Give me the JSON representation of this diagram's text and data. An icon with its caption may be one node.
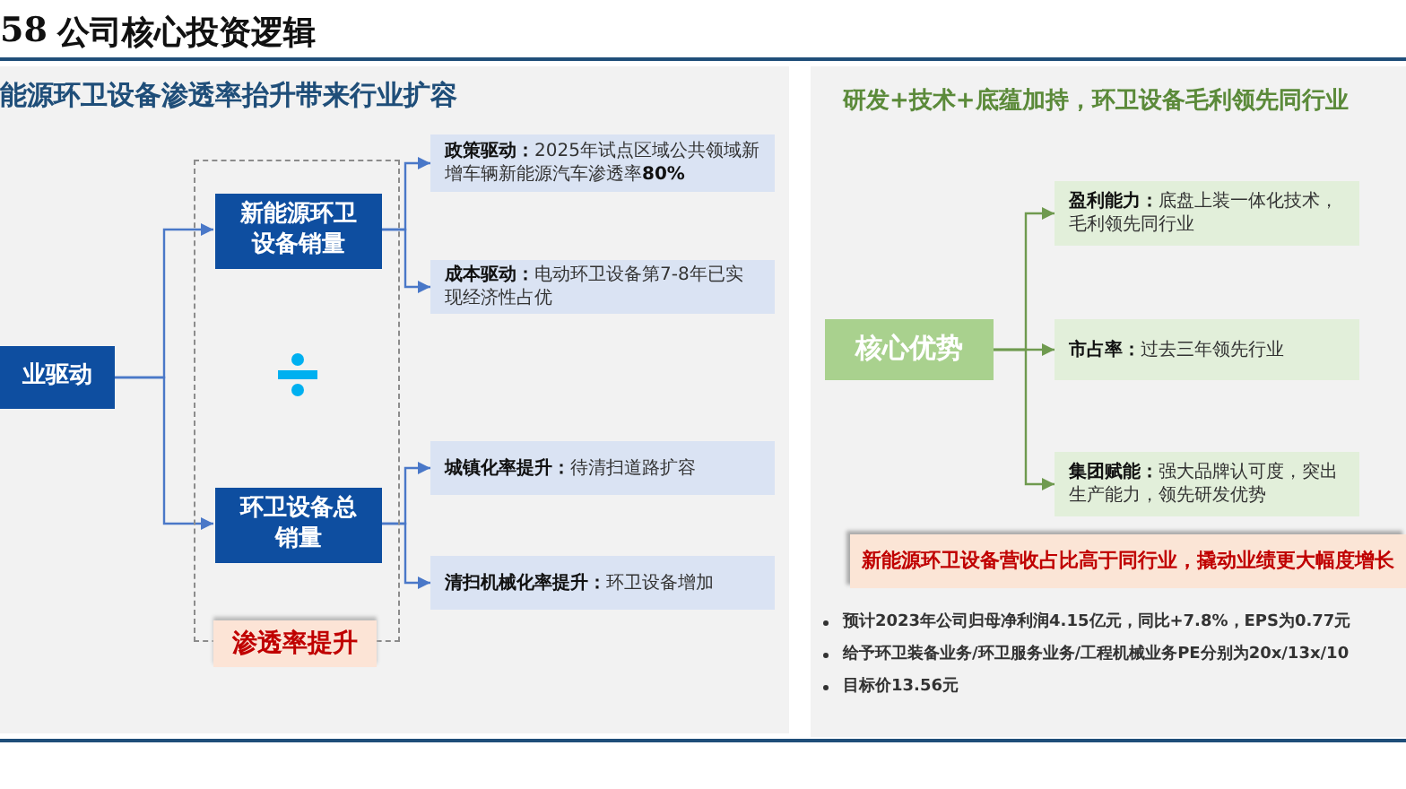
{
  "diagram": {
    "title": "公司核心投资逻辑",
    "nodes": [
      {
        "text": [
          "业驱动"
        ]
      },
      {
        "text": [
          "渗透率提升"
        ]
      },
      {
        "text": [
          "新能源环卫设备销量"
        ],
        "in": 1
      },
      {
        "text": [
          "环卫设备总销量"
        ],
        "in": 1
      },
      {
        "text": [
          "**政策驱动：**2025年试点区域公共领域新增车辆新能源汽车渗透率**80%**"
        ]
      },
      {
        "text": [
          "**成本驱动：**电动环卫设备第7-8年已实现经济性占优"
        ]
      },
      {
        "text": [
          "**城镇化率提升：**待清扫道路扩容"
        ]
      },
      {
        "text": [
          "**清扫机械化率提升：**环卫设备增加"
        ]
      },
      {
        "text": [
          "核心优势"
        ]
      },
      {
        "text": [
          "**盈利能力：**底盘上装一体化技术，毛利领先同行业"
        ]
      },
      {
        "text": [
          "**市占率：**过去三年领先行业"
        ]
      },
      {
        "text": [
          "**集团赋能：**强大品牌认可度，突出生产能力，领先研发优势"
        ]
      },
      {
        "text": [
          "新能源环卫设备营收占比高于同行业，撬动业绩更大幅度增长"
        ]
      }
    ],
    "edges": [
      {
        "from": 0,
        "to": 2,
        "arrow": "to"
      },
      {
        "from": 0,
        "to": 3,
        "arrow": "to"
      },
      {
        "from": 2,
        "to": 4,
        "arrow": "to"
      },
      {
        "from": 2,
        "to": 5,
        "arrow": "to"
      },
      {
        "from": 3,
        "to": 6,
        "arrow": "to"
      },
      {
        "from": 3,
        "to": 7,
        "arrow": "to"
      },
      {
        "from": 8,
        "to": 9,
        "arrow": "to",
        "color": "#6f9a4f"
      },
      {
        "from": 8,
        "to": 10,
        "arrow": "to",
        "color": "#6f9a4f"
      },
      {
        "from": 8,
        "to": 11,
        "arrow": "to",
        "color": "#6f9a4f"
      }
    ],
    "labels": [
      "58",
      "能源环卫设备渗透率抬升带来行业扩容",
      "研发+技术+底蕴加持，环卫设备毛利领先同行业",
      "预计2023年公司归母净利润4.15亿元，同比+7.8%，EPS为0.77元",
      "给予环卫装备业务/环卫服务业务/工程机械业务PE分别为20x/13x/10",
      "目标价13.56元"
    ]
  }
}
